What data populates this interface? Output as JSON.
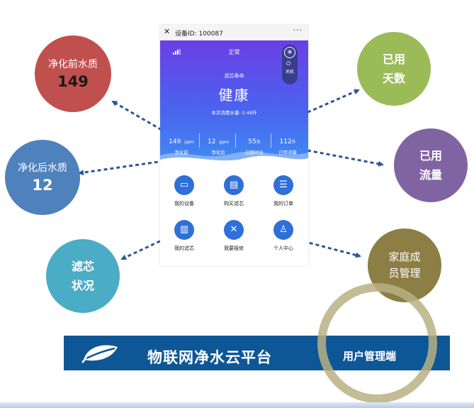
{
  "phone": {
    "close_icon": "✕",
    "device_id": "设备ID: 100087",
    "more_icon": "···",
    "status": "正常",
    "power_label": "关机",
    "filter_life_label": "滤芯寿命",
    "health": "健康",
    "usage": "本次消费水量: 0.48升",
    "stats": [
      {
        "value": "149",
        "unit": "ppm",
        "label": "净化前"
      },
      {
        "value": "12",
        "unit": "ppm",
        "label": "净化后"
      },
      {
        "value": "55",
        "unit": "天",
        "label": "已用时长"
      },
      {
        "value": "112",
        "unit": "升",
        "label": "已用流量"
      }
    ],
    "menu": [
      {
        "label": "我的设备",
        "icon": "device-icon"
      },
      {
        "label": "购买滤芯",
        "icon": "shop-icon"
      },
      {
        "label": "我的订单",
        "icon": "order-icon"
      },
      {
        "label": "我的滤芯",
        "icon": "filter-icon"
      },
      {
        "label": "我要报修",
        "icon": "repair-icon"
      },
      {
        "label": "个人中心",
        "icon": "user-icon"
      }
    ]
  },
  "bubbles": {
    "before_quality": {
      "title": "净化前水质",
      "value": "149",
      "color": "#c0504d"
    },
    "after_quality": {
      "title": "净化后水质",
      "value": "12",
      "color": "#4f81bd"
    },
    "filter_status": {
      "line1": "滤芯",
      "line2": "状况",
      "color": "#4bacc6"
    },
    "days_used": {
      "line1": "已用",
      "line2": "天数",
      "color": "#9bbb59"
    },
    "flow_used": {
      "line1": "已用",
      "line2": "流量",
      "color": "#8064a2"
    },
    "family": {
      "line1": "家庭成",
      "line2": "员管理",
      "color": "#8c7e45"
    }
  },
  "banner": {
    "title": "物联网净水云平台",
    "subtitle": "用户管理端",
    "color": "#0e5796"
  }
}
